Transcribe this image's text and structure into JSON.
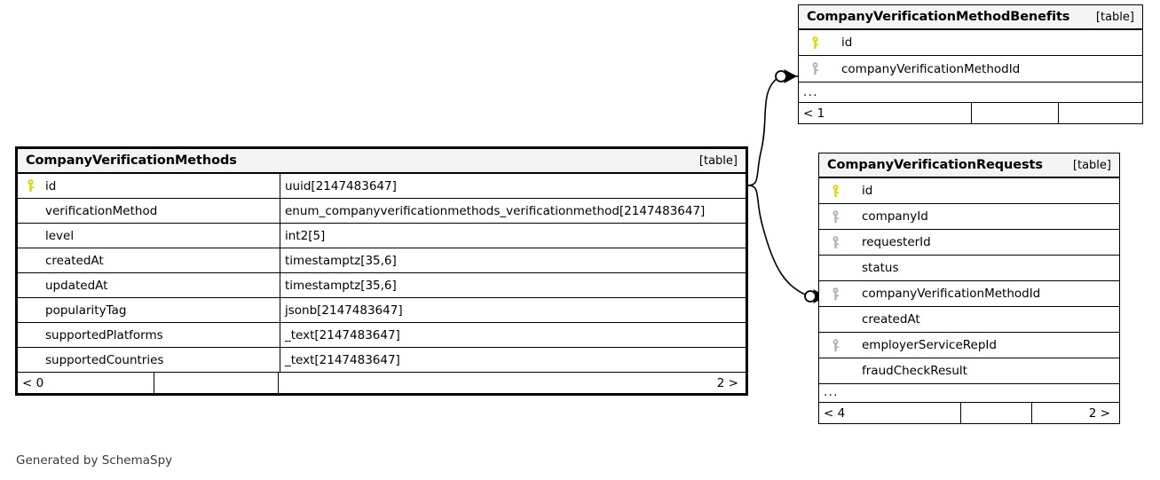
{
  "diagram": {
    "title": "SchemaSpy entity relationship diagram",
    "footnote": "Generated by SchemaSpy",
    "table_tag": "[table]",
    "ellipsis": "...",
    "pk_color": "#d8d800",
    "fk_color": "#b0b0b0",
    "header_bg": "#f4f4f4",
    "line_color": "#000000"
  },
  "tables": [
    {
      "id": "company-verification-methods",
      "name": "CompanyVerificationMethods",
      "tag": "[table]",
      "emphasis": "thick",
      "show_types": true,
      "has_ellipsis": false,
      "columns": [
        {
          "key": "pk",
          "name": "id",
          "type": "uuid[2147483647]"
        },
        {
          "key": "",
          "name": "verificationMethod",
          "type": "enum_companyverificationmethods_verificationmethod[2147483647]"
        },
        {
          "key": "",
          "name": "level",
          "type": "int2[5]"
        },
        {
          "key": "",
          "name": "createdAt",
          "type": "timestamptz[35,6]"
        },
        {
          "key": "",
          "name": "updatedAt",
          "type": "timestamptz[35,6]"
        },
        {
          "key": "",
          "name": "popularityTag",
          "type": "jsonb[2147483647]"
        },
        {
          "key": "",
          "name": "supportedPlatforms",
          "type": "_text[2147483647]"
        },
        {
          "key": "",
          "name": "supportedCountries",
          "type": "_text[2147483647]"
        }
      ],
      "footer": {
        "left": "< 0",
        "middle": "",
        "right": "2 >"
      }
    },
    {
      "id": "company-verification-method-benefits",
      "name": "CompanyVerificationMethodBenefits",
      "tag": "[table]",
      "emphasis": "thin",
      "show_types": false,
      "has_ellipsis": true,
      "columns": [
        {
          "key": "pk",
          "name": "id",
          "type": ""
        },
        {
          "key": "fk",
          "name": "companyVerificationMethodId",
          "type": ""
        }
      ],
      "footer": {
        "left": "< 1",
        "middle": "",
        "right": ""
      }
    },
    {
      "id": "company-verification-requests",
      "name": "CompanyVerificationRequests",
      "tag": "[table]",
      "emphasis": "thin",
      "show_types": false,
      "has_ellipsis": true,
      "columns": [
        {
          "key": "pk",
          "name": "id",
          "type": ""
        },
        {
          "key": "fk",
          "name": "companyId",
          "type": ""
        },
        {
          "key": "fk",
          "name": "requesterId",
          "type": ""
        },
        {
          "key": "",
          "name": "status",
          "type": ""
        },
        {
          "key": "fk",
          "name": "companyVerificationMethodId",
          "type": ""
        },
        {
          "key": "",
          "name": "createdAt",
          "type": ""
        },
        {
          "key": "fk",
          "name": "employerServiceRepId",
          "type": ""
        },
        {
          "key": "",
          "name": "fraudCheckResult",
          "type": ""
        }
      ],
      "footer": {
        "left": "< 4",
        "middle": "",
        "right": "2 >"
      }
    }
  ],
  "relationships": [
    {
      "id": "methods-to-benefits",
      "from_table": "CompanyVerificationMethods",
      "to_table": "CompanyVerificationMethodBenefits",
      "to_column": "companyVerificationMethodId"
    },
    {
      "id": "methods-to-requests",
      "from_table": "CompanyVerificationMethods",
      "to_table": "CompanyVerificationRequests",
      "to_column": "companyVerificationMethodId"
    }
  ]
}
